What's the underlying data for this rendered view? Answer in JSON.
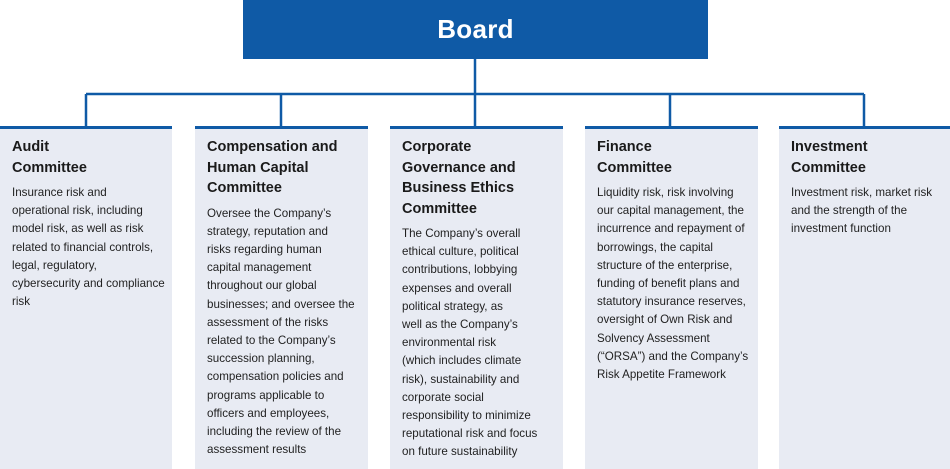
{
  "board": {
    "label": "Board"
  },
  "colors": {
    "accent": "#0f5aa6",
    "card_bg": "#e8ebf3",
    "connector": "#0f5aa6"
  },
  "committees": [
    {
      "title_lines": [
        "Audit",
        "Committee"
      ],
      "description_lines": [
        "Insurance risk and",
        "operational risk, including",
        "model risk, as well as risk",
        "related to financial controls,",
        "legal, regulatory,",
        "cybersecurity and compliance",
        "risk"
      ]
    },
    {
      "title_lines": [
        "Compensation and",
        "Human Capital",
        "Committee"
      ],
      "description_lines": [
        "Oversee the Company’s",
        "strategy, reputation and",
        "risks regarding human",
        "capital management",
        "throughout our global",
        "businesses; and oversee the",
        "assessment of the risks",
        "related to the Company’s",
        "succession planning,",
        "compensation policies and",
        "programs applicable to",
        "officers and employees,",
        "including the review of the",
        "assessment results"
      ]
    },
    {
      "title_lines": [
        "Corporate",
        "Governance and",
        "Business Ethics",
        "Committee"
      ],
      "description_lines": [
        "The Company’s overall",
        "ethical culture, political",
        "contributions, lobbying",
        "expenses and overall",
        "political strategy, as",
        "well as the Company’s",
        "environmental risk",
        "(which includes climate",
        "risk), sustainability and",
        "corporate social",
        "responsibility to minimize",
        "reputational risk and focus",
        "on future sustainability"
      ]
    },
    {
      "title_lines": [
        "Finance",
        "Committee"
      ],
      "description_lines": [
        "Liquidity risk, risk involving",
        "our capital management, the",
        "incurrence and repayment of",
        "borrowings, the capital",
        "structure of the enterprise,",
        "funding of benefit plans and",
        "statutory insurance reserves,",
        "oversight of Own Risk and",
        "Solvency Assessment",
        "(“ORSA”) and the Company’s",
        "Risk Appetite Framework"
      ]
    },
    {
      "title_lines": [
        "Investment",
        "Committee"
      ],
      "description_lines": [
        "Investment risk, market risk",
        "and the strength of the",
        "investment function"
      ]
    }
  ]
}
